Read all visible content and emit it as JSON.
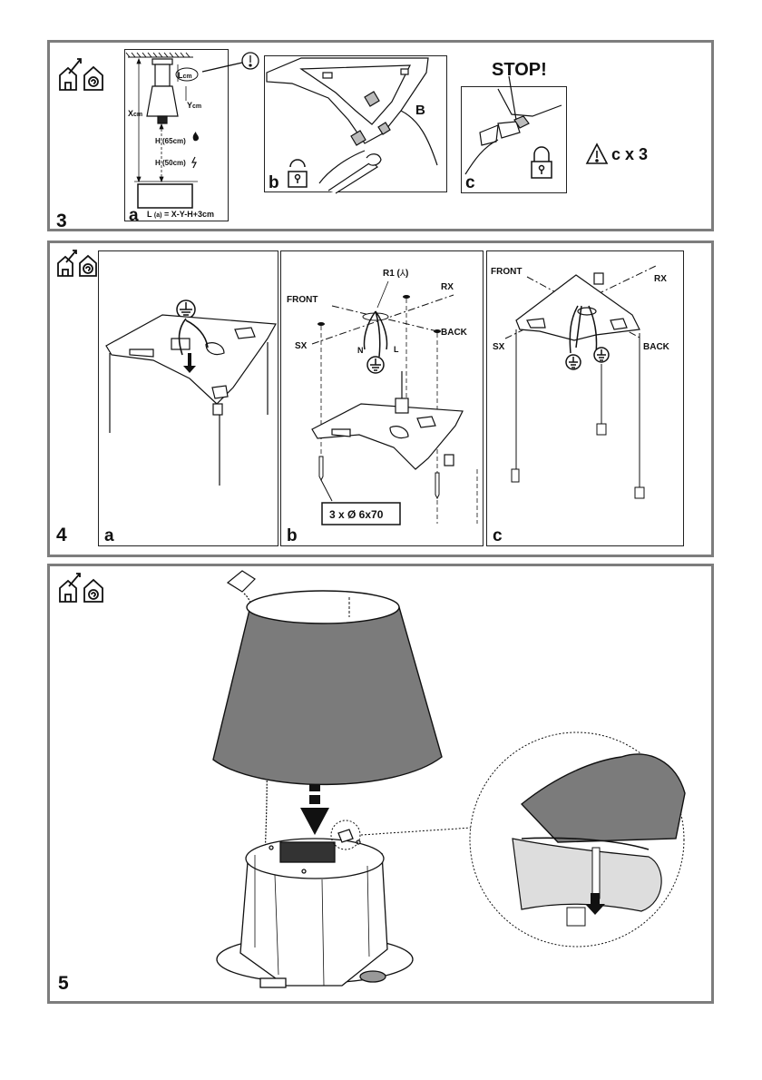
{
  "steps": {
    "s3": {
      "number": "3",
      "a": {
        "label": "a",
        "L": "L",
        "Lunit": "cm",
        "X": "X",
        "Xunit": "cm",
        "Y": "Y",
        "Yunit": "cm",
        "h_gas": "H (65cm)",
        "h_elec": "H (50cm)",
        "formula_prefix": "L",
        "formula_sub": "(a)",
        "formula_rest": "= X-Y-H+3cm"
      },
      "b": {
        "label": "b",
        "callout": "B"
      },
      "c": {
        "label": "c",
        "stop": "STOP!",
        "note": "c x 3"
      }
    },
    "s4": {
      "number": "4",
      "a": {
        "label": "a"
      },
      "b": {
        "label": "b",
        "r1": "R1 (",
        "r1_end": ")",
        "front": "FRONT",
        "rx": "RX",
        "sx": "SX",
        "back": "BACK",
        "n": "N",
        "l": "L",
        "screws": "3 x Ø 6x70"
      },
      "c": {
        "label": "c",
        "front": "FRONT",
        "rx": "RX",
        "sx": "SX",
        "back": "BACK"
      }
    },
    "s5": {
      "number": "5"
    }
  },
  "icons": [
    "outdoor-venting-house-icon",
    "recirculation-house-icon",
    "warning-icon",
    "padlock-open-icon",
    "padlock-closed-icon",
    "earth-ground-icon"
  ]
}
